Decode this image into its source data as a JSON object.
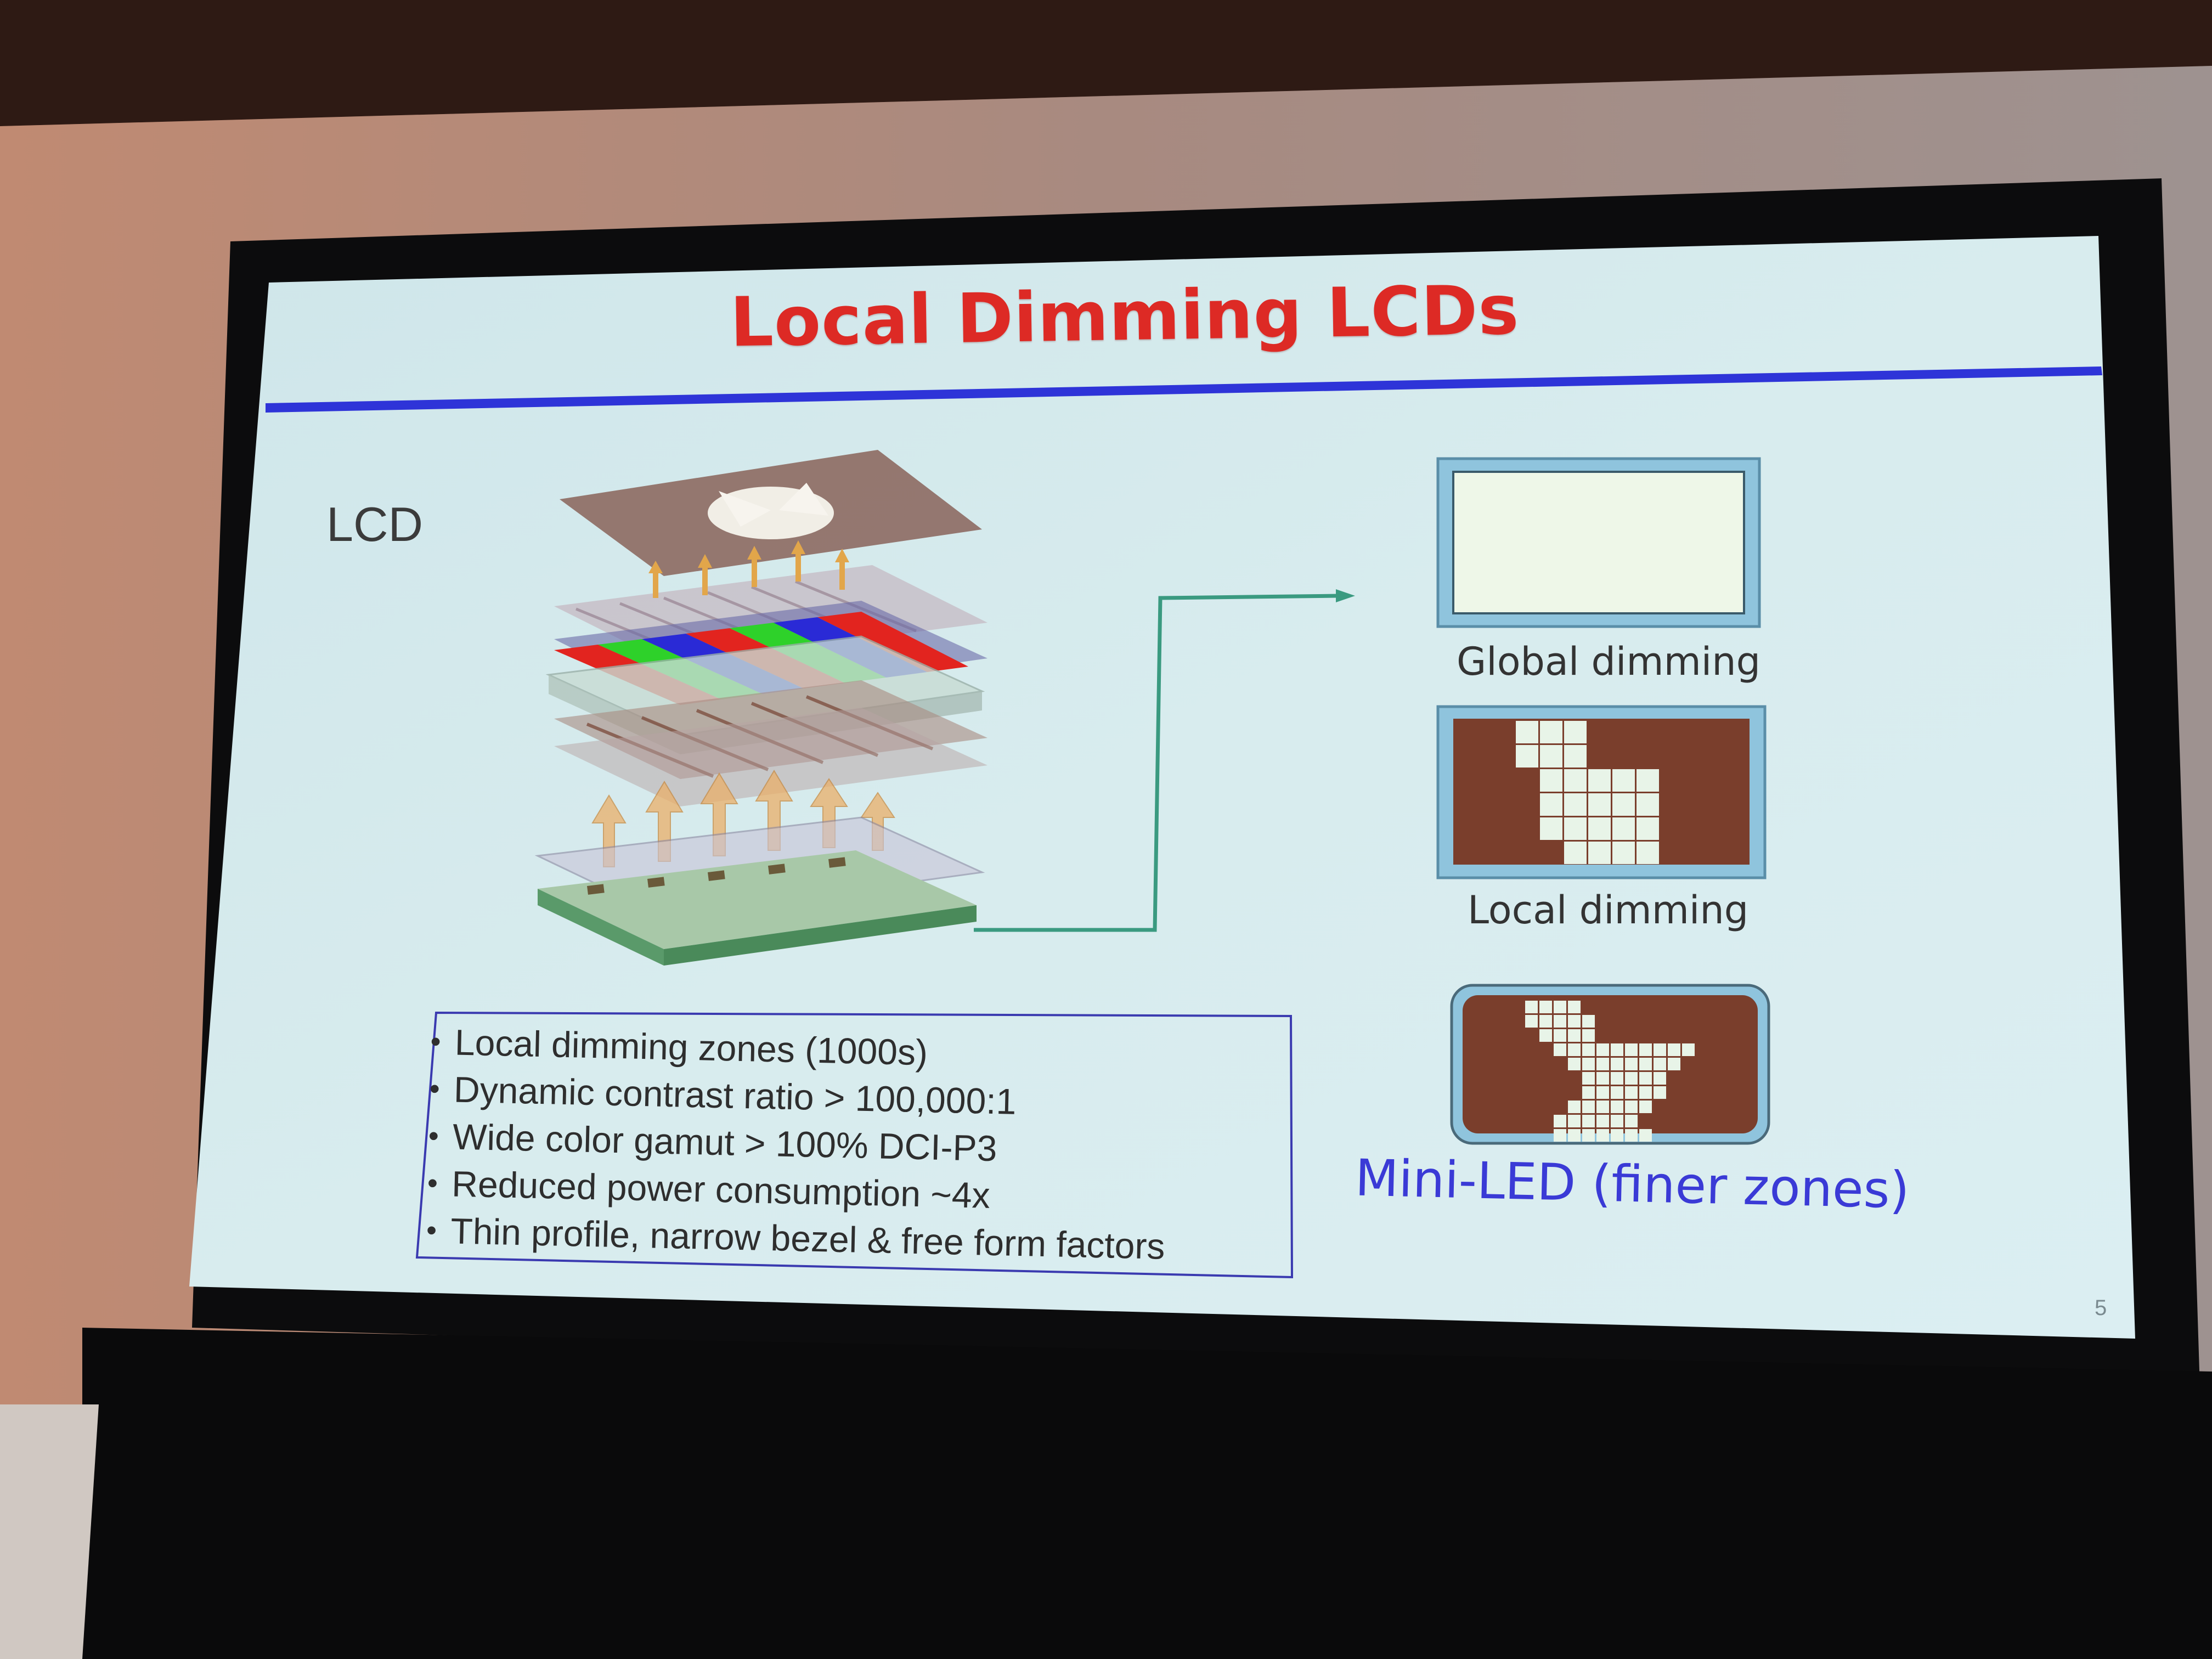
{
  "slide": {
    "title": "Local Dimming LCDs",
    "lcd_label": "LCD",
    "captions": {
      "global": "Global dimming",
      "local": "Local dimming",
      "mini": "Mini-LED (finer zones)"
    },
    "bullets": [
      "Local dimming zones (1000s)",
      "Dynamic contrast ratio > 100,000:1",
      "Wide color gamut > 100% DCI-P3",
      "Reduced power consumption ~4x",
      "Thin profile, narrow bezel & free form factors"
    ],
    "page_number": "5",
    "bullet_glyph": "•"
  },
  "colors": {
    "title_red": "#dd2a25",
    "rule_blue": "#2e34d8",
    "slide_bg": "#d6ebee",
    "zone_brown": "#7a3e2c",
    "zone_light": "#e8f4e8",
    "panel_frame": "#7ab8d8",
    "arrow_green": "#3a9a80",
    "mini_caption_blue": "#3a3ad6"
  }
}
